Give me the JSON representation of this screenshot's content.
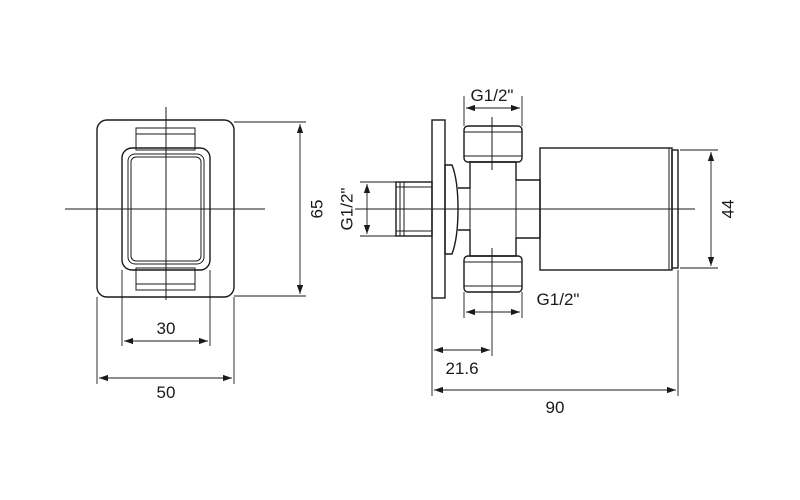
{
  "front_view": {
    "width_label": "50",
    "inner_width_label": "30",
    "height_label": "65"
  },
  "side_view": {
    "top_thread_label": "G1/2\"",
    "left_thread_label": "G1/2\"",
    "bottom_thread_label": "G1/2\"",
    "body_height_label": "44",
    "offset_label": "21.6",
    "total_length_label": "90"
  }
}
